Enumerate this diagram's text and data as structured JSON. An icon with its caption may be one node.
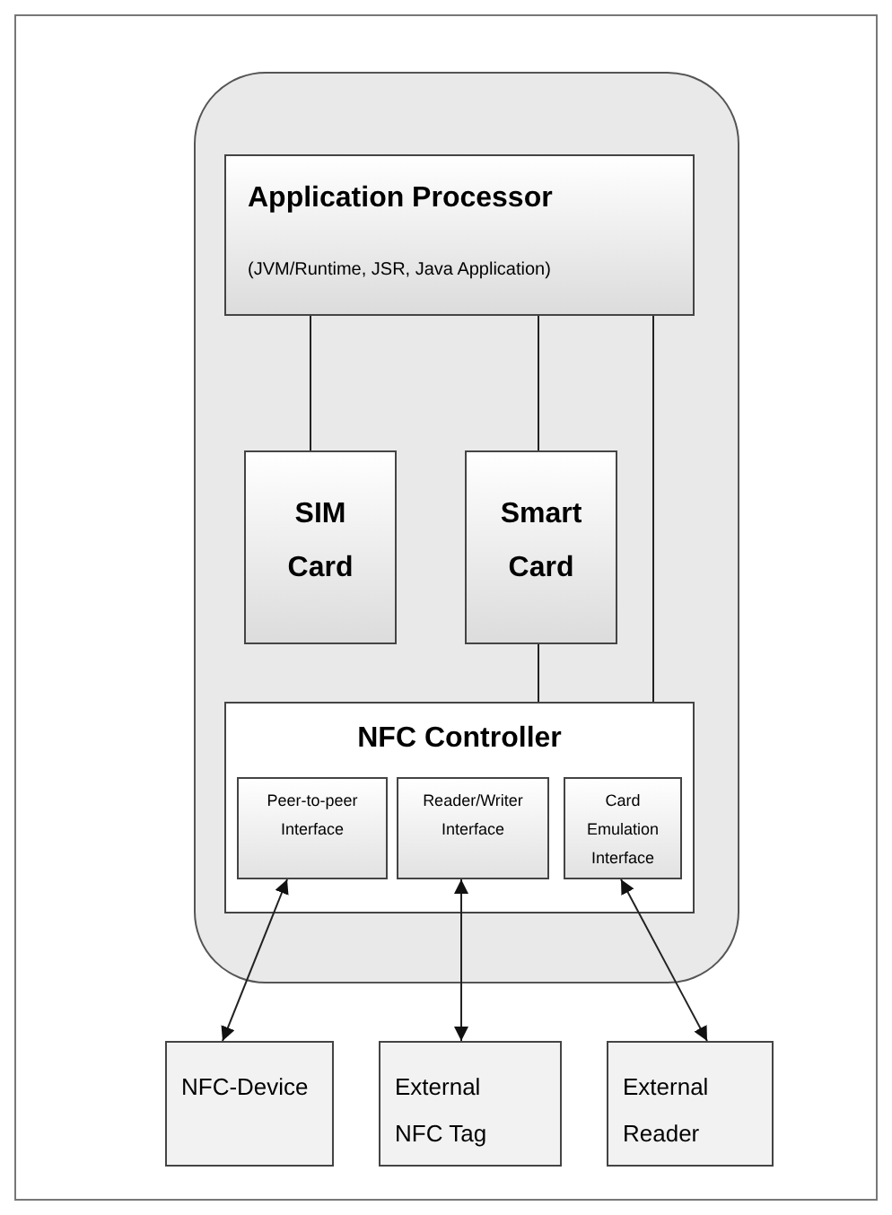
{
  "diagram": {
    "nodes": [
      {
        "text": [],
        "shape": "box"
      },
      {
        "text": [
          "Application Processor",
          "(JVM/Runtime, JSR, Java Application)"
        ],
        "in": 0
      },
      {
        "text": [
          "SIM Card"
        ],
        "in": 0
      },
      {
        "text": [
          "Smart Card"
        ],
        "in": 0
      },
      {
        "text": [
          "NFC Controller"
        ],
        "in": 0
      },
      {
        "text": [
          "Peer-to-peer Interface"
        ],
        "in": 4
      },
      {
        "text": [
          "Reader/Writer Interface"
        ],
        "in": 4
      },
      {
        "text": [
          "Card Emulation Interface"
        ],
        "in": 4
      },
      {
        "text": [
          "NFC-Device"
        ]
      },
      {
        "text": [
          "External NFC Tag"
        ]
      },
      {
        "text": [
          "External Reader"
        ]
      }
    ],
    "edges": [
      {
        "from": 1,
        "to": 2,
        "arrow": "none"
      },
      {
        "from": 1,
        "to": 3,
        "arrow": "none"
      },
      {
        "from": 1,
        "to": 4,
        "arrow": "none"
      },
      {
        "from": 3,
        "to": 4,
        "arrow": "none"
      },
      {
        "from": 5,
        "to": 8,
        "arrow": "both"
      },
      {
        "from": 6,
        "to": 9,
        "arrow": "both"
      },
      {
        "from": 7,
        "to": 10,
        "arrow": "both"
      }
    ]
  }
}
